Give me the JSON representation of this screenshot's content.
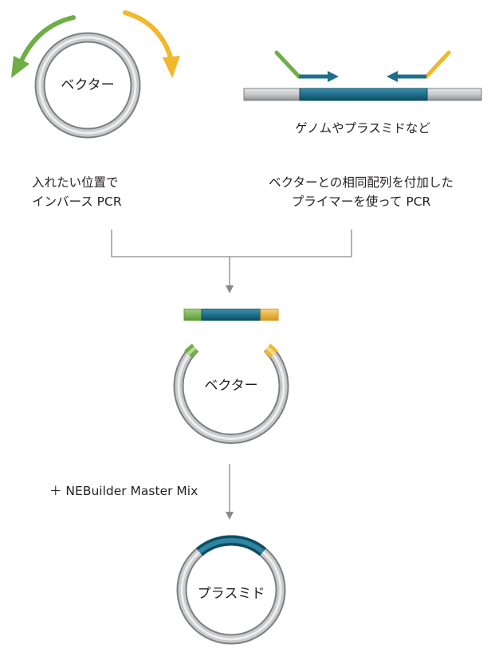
{
  "labels": {
    "vector_top": "ベクター",
    "genome_source": "ゲノムやプラスミドなど",
    "left_step_line1": "入れたい位置で",
    "left_step_line2": "インバース PCR",
    "right_step_line1": "ベクターとの相同配列を付加した",
    "right_step_line2": "プライマーを使って PCR",
    "vector_middle": "ベクター",
    "reagent": "＋ NEBuilder Master Mix",
    "plasmid": "プラスミド"
  },
  "colors": {
    "green": "#6fad46",
    "yellow": "#f3b72c",
    "insert_blue": "#1f6f8b",
    "ring_gray": "#b8b9bb",
    "line_gray": "#8a8a8a"
  }
}
